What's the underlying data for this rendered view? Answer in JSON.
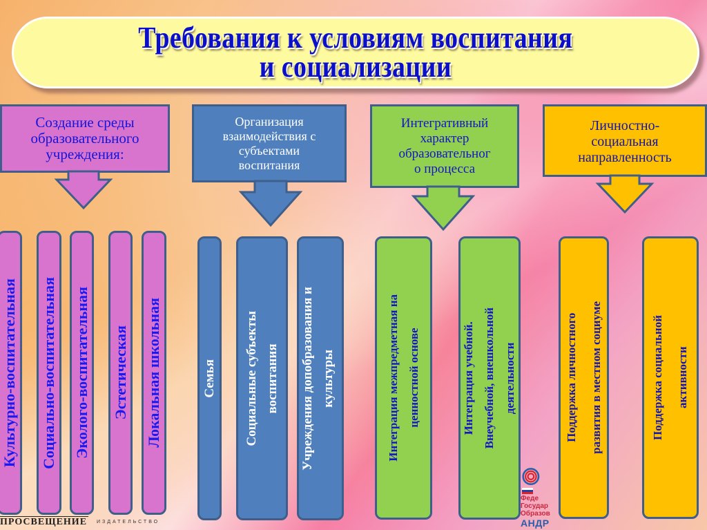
{
  "title": {
    "line1": "Требования к  условиям воспитания",
    "line2": "и социализации"
  },
  "colors": {
    "pink": "#d874cd",
    "blue": "#4f80bd",
    "green": "#92d050",
    "yellow": "#ffc000",
    "banner": "#fdfa9f",
    "border": "#3f5f8a",
    "title_text": "#0b10c8"
  },
  "groups": [
    {
      "header": [
        "Создание среды",
        "образовательного",
        "учреждения:"
      ],
      "color": "pink",
      "items": [
        [
          "Культурно-воспитательная"
        ],
        [
          "Социально-воспитательная"
        ],
        [
          "Эколого-воспитательная"
        ],
        [
          "Эстетическая"
        ],
        [
          "Локальная школьная"
        ]
      ]
    },
    {
      "header": [
        "Организация",
        "взаимодействия с",
        "субъектами",
        "воспитания"
      ],
      "color": "blue",
      "items": [
        [
          "Семья"
        ],
        [
          "Социальные субъекты",
          "воспитания"
        ],
        [
          "Учреждения  допобразования и",
          "культуры"
        ]
      ]
    },
    {
      "header": [
        "Интегративный",
        "характер",
        "образовательног",
        "о процесса"
      ],
      "color": "green",
      "items": [
        [
          "Интеграция межпредметная на",
          "ценностной основе"
        ],
        [
          "Интеграция учебной.",
          "Внеучебной, внешкольной",
          "деятельности"
        ]
      ]
    },
    {
      "header": [
        "Личностно-",
        "социальная",
        "направленность"
      ],
      "color": "yellow",
      "items": [
        [
          "Поддержка личностного",
          "развития  в местном социуме"
        ],
        [
          "Поддержка социальной",
          "активности"
        ]
      ]
    }
  ],
  "logos": {
    "left": {
      "name": "ПРОСВЕЩЕНИЕ",
      "sub": "ИЗДАТЕЛЬСТВО"
    },
    "right": {
      "lines": [
        "Феде",
        "Государ",
        "Образов"
      ],
      "name": "АНДР"
    }
  }
}
